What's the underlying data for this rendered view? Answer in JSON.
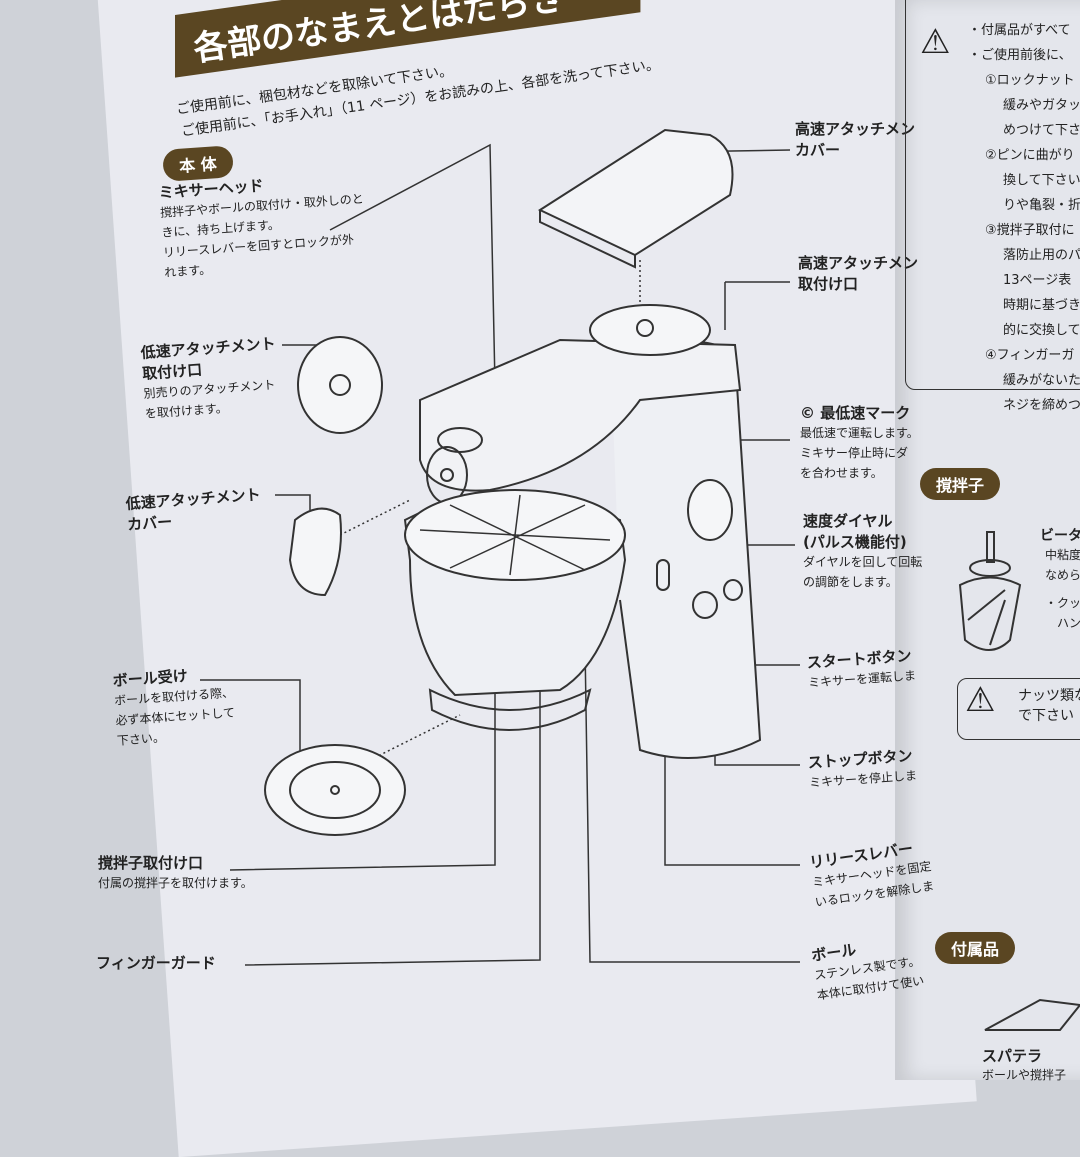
{
  "left_page": {
    "title": "各部のなまえとはたらき",
    "intro": [
      "ご使用前に、梱包材などを取除いて下さい。",
      "ご使用前に、「お手入れ」（11 ページ）をお読みの上、各部を洗って下さい。"
    ],
    "section_main": "本 体",
    "labels": {
      "mixer_head": {
        "name": "ミキサーヘッド",
        "desc": [
          "撹拌子やボールの取付け・取外しのと",
          "きに、持ち上げます。",
          "リリースレバーを回すとロックが外",
          "れます。"
        ]
      },
      "low_attach_port": {
        "name": [
          "低速アタッチメント",
          "取付け口"
        ],
        "desc": [
          "別売りのアタッチメント",
          "を取付けます。"
        ]
      },
      "low_attach_cover": {
        "name": [
          "低速アタッチメント",
          "カバー"
        ]
      },
      "bowl_holder": {
        "name": "ボール受け",
        "desc": [
          "ボールを取付ける際、",
          "必ず本体にセットして",
          "下さい。"
        ]
      },
      "beater_port": {
        "name": "撹拌子取付け口",
        "desc": [
          "付属の撹拌子を取付けます。"
        ]
      },
      "finger_guard": {
        "name": "フィンガーガード"
      },
      "high_attach_cover": {
        "name": [
          "高速アタッチメン",
          "カバー"
        ]
      },
      "high_attach_port": {
        "name": [
          "高速アタッチメン",
          "取付け口"
        ]
      },
      "lowest_mark": {
        "name": "© 最低速マーク",
        "desc": [
          "最低速で運転します。",
          "ミキサー停止時にダ",
          "を合わせます。"
        ]
      },
      "speed_dial": {
        "name": [
          "速度ダイヤル",
          "(パルス機能付)"
        ],
        "desc": [
          "ダイヤルを回して回転",
          "の調節をします。"
        ]
      },
      "start_button": {
        "name": "スタートボタン",
        "desc": [
          "ミキサーを運転しま"
        ]
      },
      "stop_button": {
        "name": "ストップボタン",
        "desc": [
          "ミキサーを停止しま"
        ]
      },
      "release_lever": {
        "name": "リリースレバー",
        "desc": [
          "ミキサーヘッドを固定",
          "いるロックを解除しま"
        ]
      },
      "bowl": {
        "name": "ボール",
        "desc": [
          "ステンレス製です。",
          "本体に取付けて使い"
        ]
      }
    }
  },
  "right_page": {
    "warning_lines": [
      "・付属品がすべて",
      "・ご使用前後に、",
      "①ロックナット",
      "緩みやガタッ",
      "めつけて下さ",
      "②ピンに曲がり",
      "換して下さい",
      "りや亀裂・折",
      "③撹拌子取付に",
      "落防止用のパ",
      "13ページ表",
      "時期に基づき",
      "的に交換して",
      "④フィンガーガ",
      "緩みがないた",
      "ネジを締めつ"
    ],
    "section_beater": "撹拌子",
    "beater": {
      "name": "ビータ",
      "desc": [
        "中粘度",
        "なめらか",
        "・クッ",
        "ハン"
      ]
    },
    "nuts_warning": [
      "ナッツ類な",
      "で下さい"
    ],
    "section_accessories": "付属品",
    "spatula": {
      "name": "スパテラ",
      "desc": "ボールや撹拌子"
    }
  },
  "colors": {
    "accent": "#5a4622",
    "paper": "#e9eaf0",
    "ink": "#222222"
  }
}
